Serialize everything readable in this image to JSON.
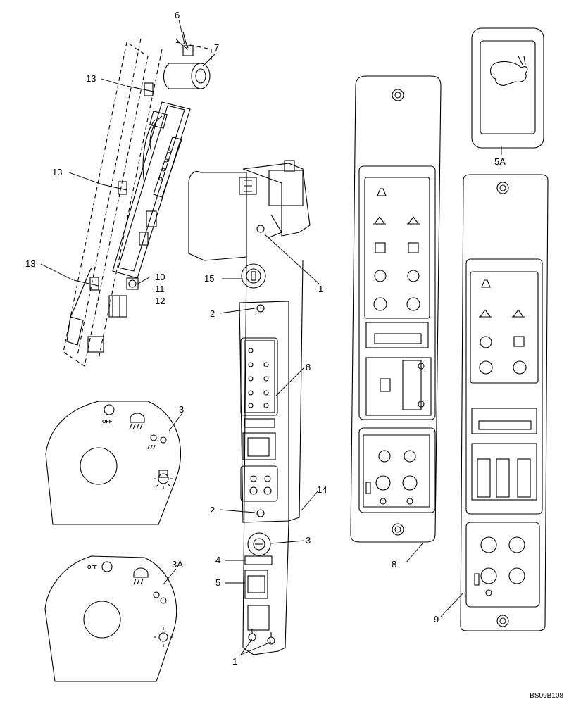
{
  "callouts": {
    "c6": "6",
    "c7": "7",
    "c13a": "13",
    "c13b": "13",
    "c13c": "13",
    "c10": "10",
    "c11": "11",
    "c12": "12",
    "c15": "15",
    "c1a": "1",
    "c2a": "2",
    "c8a": "8",
    "c2b": "2",
    "c14": "14",
    "c3a": "3",
    "c4": "4",
    "c5": "5",
    "c1b": "1",
    "c3b": "3",
    "c3A": "3A",
    "c5A": "5A",
    "c8b": "8",
    "c9": "9"
  },
  "switch_labels": {
    "off_a": "OFF",
    "off_b": "OFF"
  },
  "document_code": "BS09B108"
}
